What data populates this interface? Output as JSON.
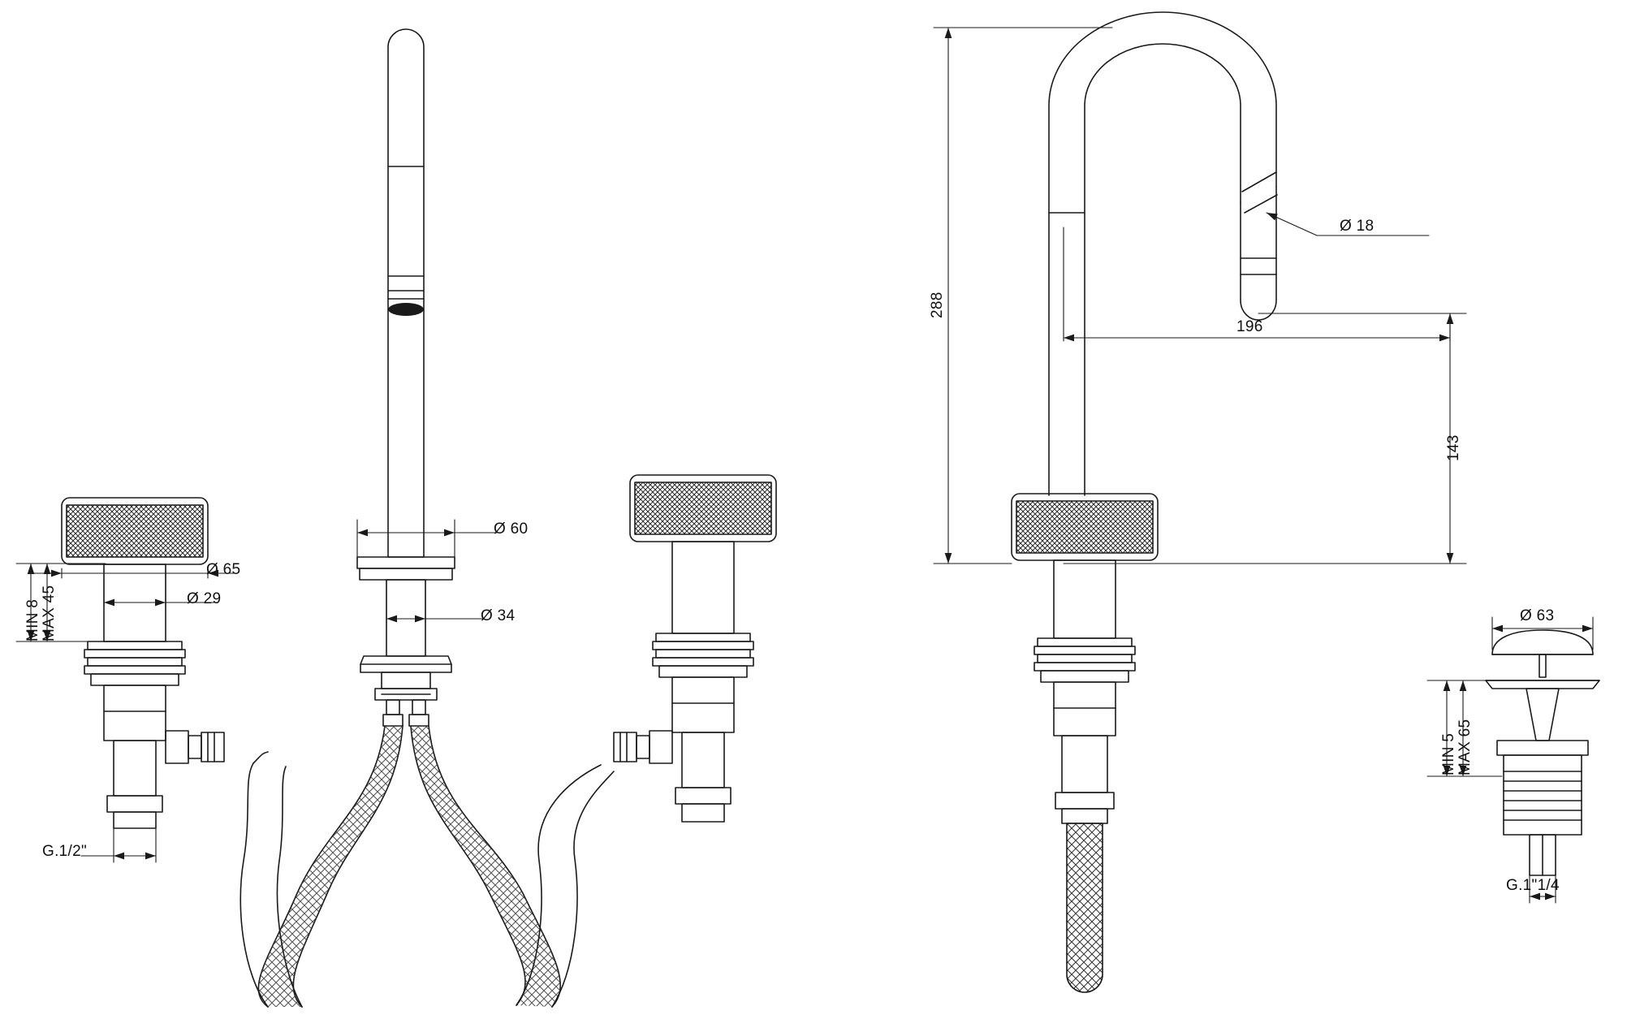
{
  "drawing": {
    "title": "Technical dimension drawing - 3-hole basin mixer with pull-out spout",
    "views": [
      {
        "name": "front-view-three-hole-mixer"
      },
      {
        "name": "side-view-spout"
      },
      {
        "name": "waste-valve-detail"
      }
    ]
  },
  "dimensions": {
    "d65": "Ø 65",
    "d29": "Ø 29",
    "d60": "Ø 60",
    "d34": "Ø 34",
    "min8": "MIN 8",
    "max45": "MAX 45",
    "thread_half": "G.1/2\"",
    "h288": "288",
    "l196": "196",
    "h143": "143",
    "d18": "Ø 18",
    "d63": "Ø 63",
    "min5": "MIN 5",
    "max65": "MAX 65",
    "thread_quarter": "G.1\"1/4"
  },
  "colors": {
    "line": "#1a1a1a",
    "background": "#ffffff",
    "hatch": "#333333"
  }
}
